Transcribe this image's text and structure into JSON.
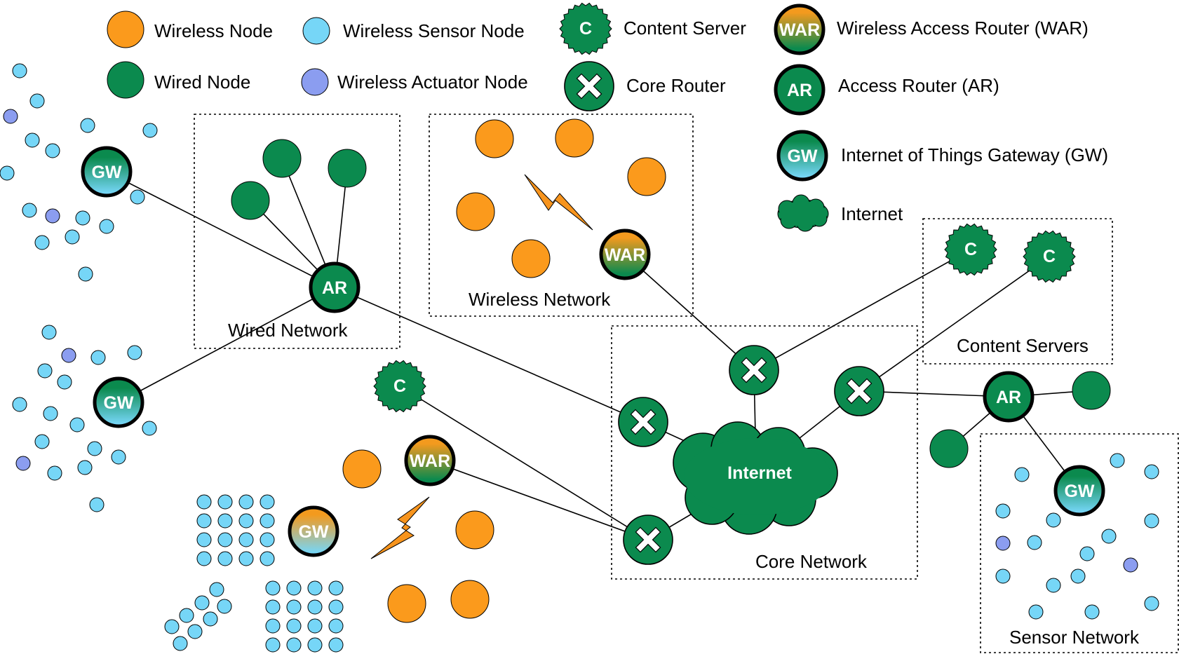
{
  "legend": {
    "wireless_node": "Wireless Node",
    "wired_node": "Wired Node",
    "wireless_sensor_node": "Wireless Sensor Node",
    "wireless_actuator_node": "Wireless Actuator Node",
    "content_server": "Content Server",
    "core_router": "Core Router",
    "war": "Wireless Access Router (WAR)",
    "ar": "Access Router (AR)",
    "gw": "Internet of Things Gateway (GW)",
    "internet": "Internet"
  },
  "regions": {
    "wired_network": "Wired Network",
    "wireless_network": "Wireless Network",
    "content_servers": "Content Servers",
    "core_network": "Core Network",
    "sensor_network": "Sensor Network"
  },
  "node_labels": {
    "content_server": "C",
    "ar": "AR",
    "war": "WAR",
    "gw": "GW",
    "internet": "Internet"
  },
  "colors": {
    "wireless_node": "#fb9a1c",
    "wired_node": "#0b8a4e",
    "sensor_node": "#76d6f7",
    "actuator_node": "#8b9df0",
    "stroke": "#000000",
    "lightning": "#f7941d",
    "war_top": "#f39a1e",
    "war_bottom": "#0b8a4e",
    "gw_top": "#0b8a4e",
    "gw_bottom": "#76d6f7",
    "gw_alt_top": "#f39a1e"
  },
  "icons": {
    "content_server": "zigzag-circle",
    "core_router": "x-cross",
    "internet": "cloud",
    "wireless_link": "lightning-bolt"
  }
}
